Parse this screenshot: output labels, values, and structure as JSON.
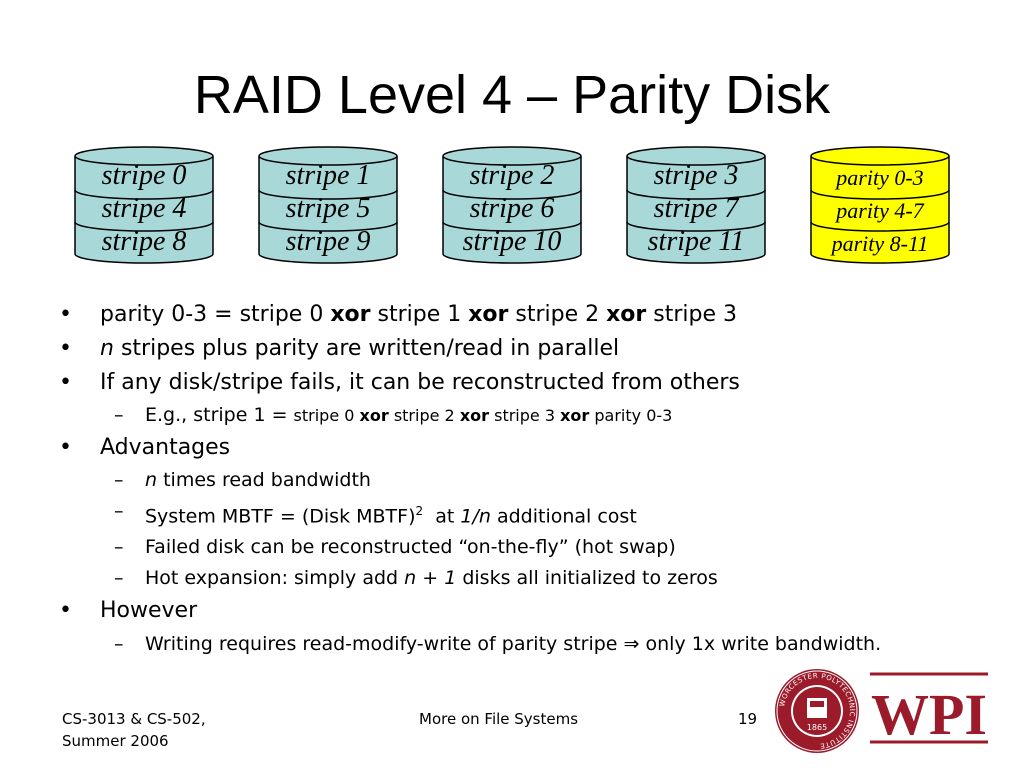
{
  "slide": {
    "title": "RAID Level 4 – Parity Disk"
  },
  "disks": [
    {
      "labels": [
        "stripe 0",
        "stripe 4",
        "stripe 8"
      ]
    },
    {
      "labels": [
        "stripe 1",
        "stripe 5",
        "stripe 9"
      ]
    },
    {
      "labels": [
        "stripe 2",
        "stripe 6",
        "stripe 10"
      ]
    },
    {
      "labels": [
        "stripe 3",
        "stripe 7",
        "stripe 11"
      ]
    },
    {
      "labels": [
        "parity 0-3",
        "parity 4-7",
        "parity 8-11"
      ]
    }
  ],
  "colors": {
    "data_disk_fill": "#a8d8d8",
    "parity_disk_fill": "#ffff00",
    "logo_red": "#9b1b2a"
  },
  "bullets": {
    "b1": {
      "marker": "•",
      "t1": "parity 0-3 = stripe 0 ",
      "op1": "xor",
      "t2": " stripe 1 ",
      "op2": "xor",
      "t3": " stripe 2 ",
      "op3": "xor",
      "t4": " stripe 3"
    },
    "b2": {
      "marker": "•",
      "n": "n",
      "text": " stripes plus parity are written/read in parallel"
    },
    "b3": {
      "marker": "•",
      "text": "If any disk/stripe fails, it can be reconstructed from others"
    },
    "b3a": {
      "marker": "–",
      "t1": "E.g., stripe 1 = ",
      "t2": "stripe 0 ",
      "op1": "xor",
      "t3": " stripe 2 ",
      "op2": "xor",
      "t4": " stripe 3 ",
      "op3": "xor",
      "t5": " parity 0-3"
    },
    "b4": {
      "marker": "•",
      "text": "Advantages"
    },
    "b4a": {
      "marker": "–",
      "n": "n",
      "text": " times read bandwidth"
    },
    "b4b": {
      "marker": "–",
      "t1": "System MBTF = (Disk MBTF)",
      "sup": "2",
      "t2": "  at ",
      "frac": "1/n",
      "t3": " additional cost"
    },
    "b4c": {
      "marker": "–",
      "text": "Failed disk can be reconstructed “on-the-fly” (hot swap)"
    },
    "b4d": {
      "marker": "–",
      "t1": "Hot expansion: simply add ",
      "n": "n + 1",
      "t2": " disks all initialized to zeros"
    },
    "b5": {
      "marker": "•",
      "text": "However"
    },
    "b5a": {
      "marker": "–",
      "t1": "Writing requires read-modify-write of parity stripe ",
      "arrow": "⇒",
      "t2": " only 1x write bandwidth."
    }
  },
  "footer": {
    "course": "CS-3013 & CS-502,",
    "term": "Summer 2006",
    "topic": "More on File Systems",
    "page": "19"
  },
  "logo": {
    "text": "WPI",
    "seal_text": "WORCESTER POLYTECHNIC INSTITUTE",
    "year": "1865",
    "icon": "wpi-seal-icon"
  }
}
